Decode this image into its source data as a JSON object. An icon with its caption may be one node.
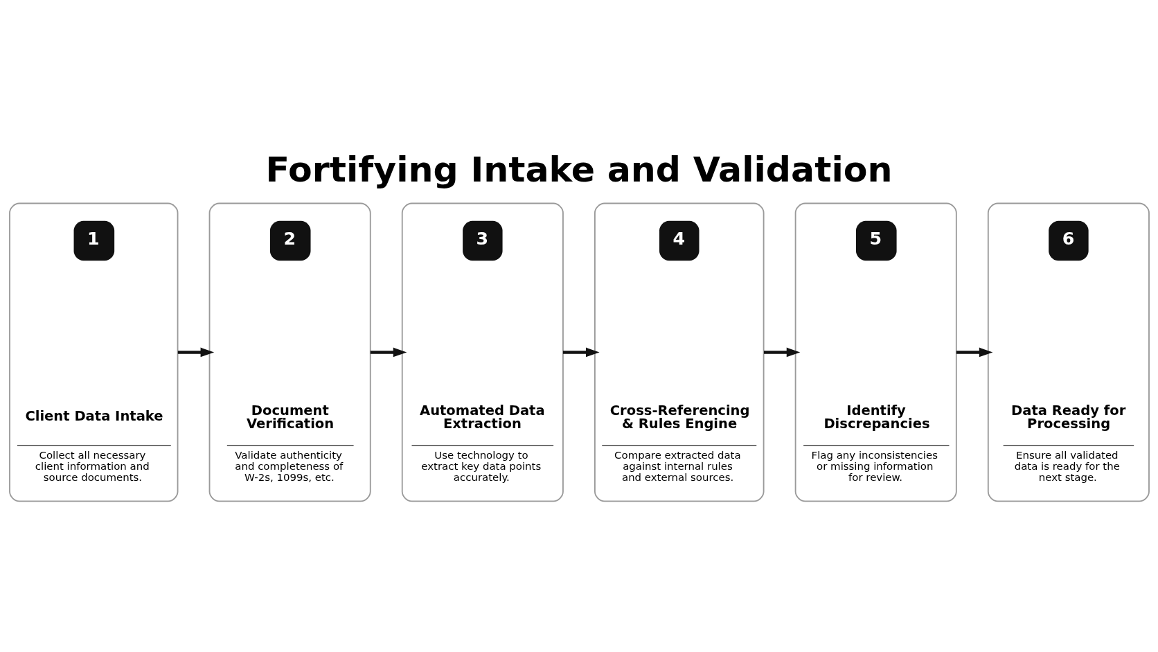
{
  "diagram": {
    "title": "Fortifying Intake and Validation",
    "nodes": [
      {
        "text": [
          "1",
          "Client Data Intake",
          "Collect all necessary client information and source documents."
        ]
      },
      {
        "text": [
          "2",
          "Document Verification",
          "Validate authenticity and completeness of W-2s, 1099s, etc."
        ]
      },
      {
        "text": [
          "3",
          "Automated Data Extraction",
          "Use technology to extract key data points accurately."
        ]
      },
      {
        "text": [
          "4",
          "Cross-Referencing & Rules Engine",
          "Compare extracted data against internal rules and external sources."
        ]
      },
      {
        "text": [
          "5",
          "Identify Discrepancies",
          "Flag any inconsistencies or missing information for review."
        ]
      },
      {
        "text": [
          "6",
          "Data Ready for Processing",
          "Ensure all validated data is ready for the next stage."
        ]
      }
    ],
    "edges": [
      {
        "from": 0,
        "to": 1,
        "arrow": "to"
      },
      {
        "from": 1,
        "to": 2,
        "arrow": "to"
      },
      {
        "from": 2,
        "to": 3,
        "arrow": "to"
      },
      {
        "from": 3,
        "to": 4,
        "arrow": "to"
      },
      {
        "from": 4,
        "to": 5,
        "arrow": "to"
      }
    ]
  }
}
